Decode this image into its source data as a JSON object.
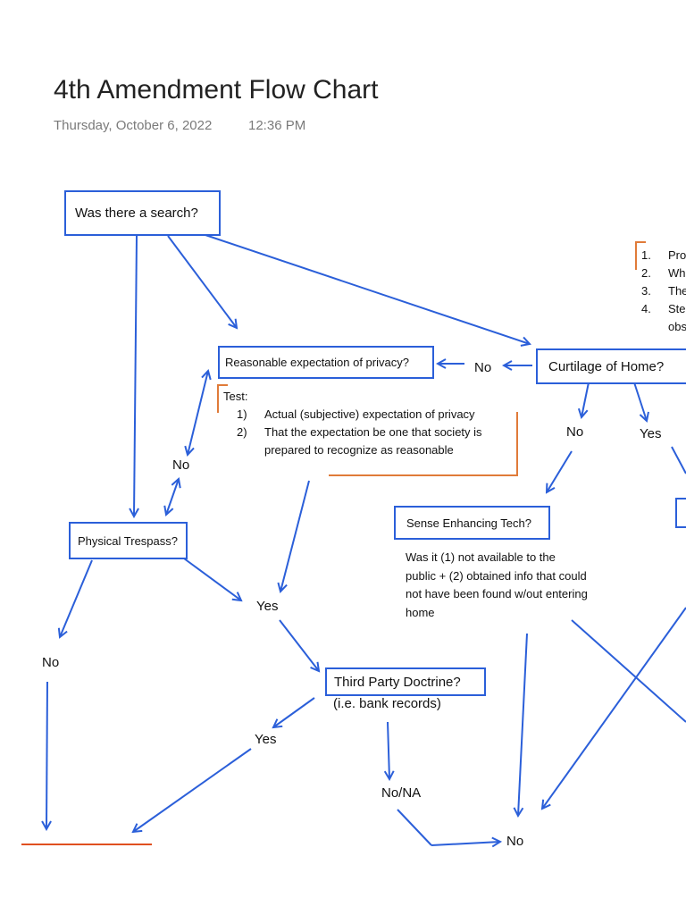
{
  "page": {
    "title": "4th Amendment Flow Chart",
    "date": "Thursday, October 6, 2022",
    "time": "12:36 PM"
  },
  "colors": {
    "arrow": "#2b5fd9",
    "box_border": "#2b5fd9",
    "bracket": "#e07b39",
    "result_line": "#e05020"
  },
  "nodes": {
    "search": "Was there a search?",
    "rep": "Reasonable expectation of privacy?",
    "curtilage": "Curtilage of Home?",
    "trespass": "Physical Trespass?",
    "sense": "Sense Enhancing Tech?",
    "third_party": "Third Party Doctrine?",
    "third_party_note": "(i.e. bank records)"
  },
  "labels": {
    "no_curtilage_to_rep": "No",
    "no_rep_trespass": "No",
    "no_curtilage": "No",
    "yes_curtilage": "Yes",
    "yes_trespass": "Yes",
    "no_trespass": "No",
    "yes_third_party": "Yes",
    "no_na_third_party": "No/NA",
    "no_bottom": "No"
  },
  "rep_test": {
    "heading": "Test:",
    "items": [
      {
        "num": "1)",
        "text": "Actual (subjective) expectation of privacy"
      },
      {
        "num": "2)",
        "text": "That the expectation be one that society is prepared to recognize as reasonable"
      }
    ]
  },
  "sense_note": "Was it (1) not available to the public + (2) obtained info that could not have been found w/out entering home",
  "curtilage_factors": {
    "items": [
      {
        "num": "1.",
        "text": "Pro"
      },
      {
        "num": "2.",
        "text": "Wh"
      },
      {
        "num": "3.",
        "text": "The"
      },
      {
        "num": "4.",
        "text": "Ste obs"
      }
    ]
  }
}
